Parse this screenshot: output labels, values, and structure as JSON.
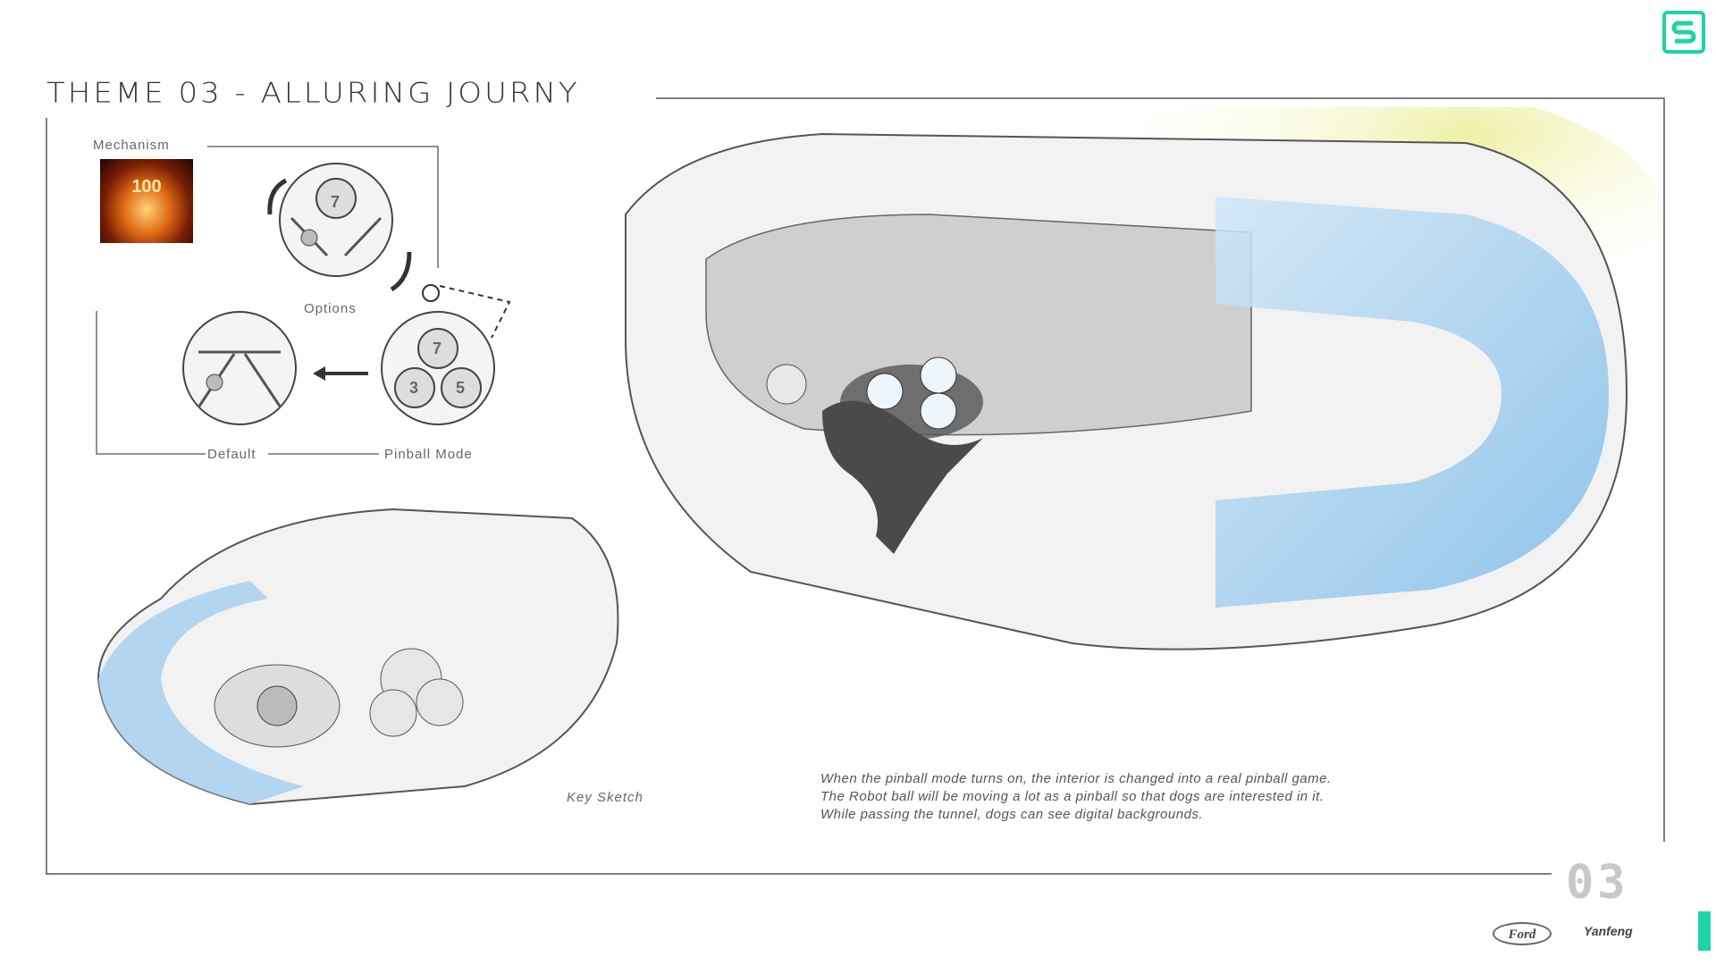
{
  "page_title": "THEME 03 - ALLURING JOURNY",
  "mechanism": {
    "label": "Mechanism",
    "image_text": "100",
    "options_label": "Options",
    "default_label": "Default",
    "pinball_label": "Pinball Mode",
    "options_dial_number": "7",
    "pinball_dial_numbers": [
      "7",
      "3",
      "5"
    ]
  },
  "key_sketch_label": "Key Sketch",
  "description": [
    "When the pinball mode turns on, the interior is changed into a real pinball game.",
    "The Robot ball will be moving a lot as a pinball so that dogs are interested in it.",
    "While passing the tunnel, dogs can see digital backgrounds."
  ],
  "page_number": "03",
  "logos": {
    "ford": "Ford",
    "yanfeng": "Yanfeng"
  },
  "colors": {
    "accent": "#1ed3a6",
    "glow_blue": "#8fc6ee",
    "glow_yellow": "#eef0a6"
  }
}
